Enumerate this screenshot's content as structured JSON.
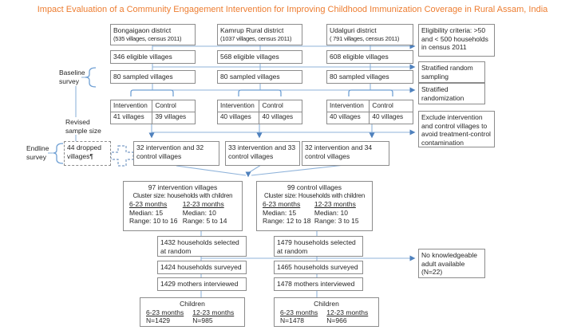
{
  "title": "Impact Evaluation of a Community Engagement Intervention for Improving Childhood Immunization Coverage in Rural Assam, India",
  "palette": {
    "accent": "#ED7D31",
    "line": "#8FB3DA",
    "arrow": "#4F81BD",
    "box_border": "#8C8C8C",
    "text": "#262626"
  },
  "annotations": {
    "baseline": "Baseline survey",
    "revised": "Revised sample size",
    "endline": "Endline survey",
    "dropped": "44 dropped villages¶",
    "eligibility": "Eligibility criteria: >50 and < 500 households in census 2011",
    "sampling": "Stratified random sampling",
    "randomization": "Stratified randomization",
    "exclusion": "Exclude intervention and control villages to avoid treatment-control contamination",
    "no_adult": "No knowledgeable adult available (N=22)"
  },
  "districts": [
    {
      "name": "Bongaigaon district",
      "detail": "(535 villages, census 2011)",
      "eligible": "346 eligible villages",
      "sampled": "80 sampled villages",
      "arm_headers": [
        "Intervention",
        "Control"
      ],
      "arm_values": [
        "41 villages",
        "39 villages"
      ],
      "combined": "32 intervention and 32 control villages"
    },
    {
      "name": "Kamrup Rural district",
      "detail": "(1037 villages, census 2011)",
      "eligible": "568 eligible villages",
      "sampled": "80 sampled villages",
      "arm_headers": [
        "Intervention",
        "Control"
      ],
      "arm_values": [
        "40 villages",
        "40 villages"
      ],
      "combined": "33 intervention and 33 control villages"
    },
    {
      "name": "Udalguri district",
      "detail": "( 791 villages, census 2011)",
      "eligible": "608 eligible villages",
      "sampled": "80 sampled villages",
      "arm_headers": [
        "Intervention",
        "Control"
      ],
      "arm_values": [
        "40 villages",
        "40 villages"
      ],
      "combined": "32 intervention and 34 control villages"
    }
  ],
  "arms": [
    {
      "header": "97 intervention villages",
      "cluster": "Cluster size: households with children",
      "groups": [
        {
          "label": "6-23 months",
          "median": "Median: 15",
          "range": "Range: 10 to 16"
        },
        {
          "label": "12-23 months",
          "median": "Median: 10",
          "range": "Range: 5 to 14"
        }
      ],
      "selected": "1432 households selected at random",
      "surveyed": "1424 households surveyed",
      "interviewed": "1429 mothers interviewed",
      "children_title": "Children",
      "children": [
        {
          "label": "6-23 months",
          "n": "N=1429"
        },
        {
          "label": "12-23 months",
          "n": "N=985"
        }
      ]
    },
    {
      "header": "99 control villages",
      "cluster": "Cluster size: Households with children",
      "groups": [
        {
          "label": "6-23 months",
          "median": "Median: 15",
          "range": "Range: 12 to 18"
        },
        {
          "label": "12-23 months",
          "median": "Median: 10",
          "range": "Range: 3 to 15"
        }
      ],
      "selected": "1479 households selected at random",
      "surveyed": "1465 households surveyed",
      "interviewed": "1478 mothers interviewed",
      "children_title": "Children",
      "children": [
        {
          "label": "6-23 months",
          "n": "N=1478"
        },
        {
          "label": "12-23 months",
          "n": "N=966"
        }
      ]
    }
  ]
}
